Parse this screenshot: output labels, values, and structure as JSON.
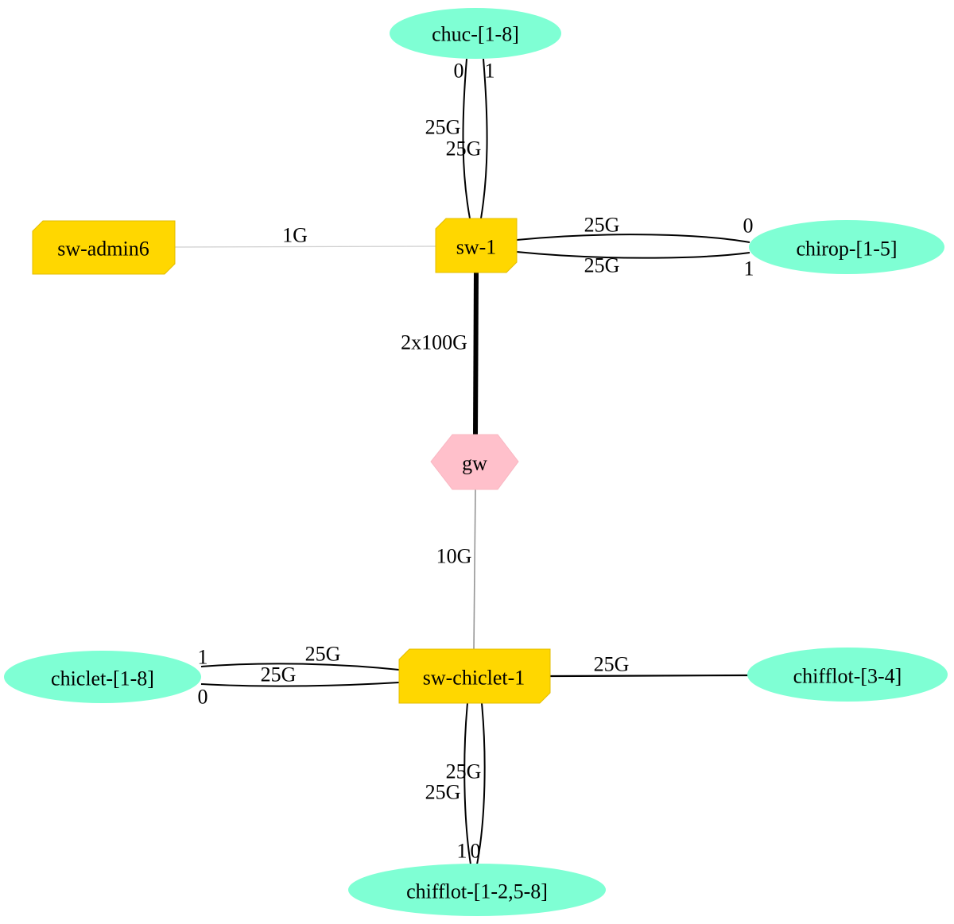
{
  "diagram": {
    "type": "network-topology-graph",
    "description": "Graphviz-style undirected network diagram of switches, hosts and gateway"
  },
  "colors": {
    "background": "#ffffff",
    "host_fill": "#7fffd4",
    "switch_fill": "#ffd700",
    "gateway_fill": "#ffc0cb",
    "edge": "#000000",
    "edge_1g": "#cfcfcf",
    "edge_10g": "#969696",
    "text": "#000000"
  },
  "nodes": {
    "chuc": {
      "label": "chuc-[1-8]",
      "type": "host",
      "shape": "ellipse"
    },
    "sw_admin6": {
      "label": "sw-admin6",
      "type": "switch",
      "shape": "box"
    },
    "sw_1": {
      "label": "sw-1",
      "type": "switch",
      "shape": "box"
    },
    "chirop": {
      "label": "chirop-[1-5]",
      "type": "host",
      "shape": "ellipse"
    },
    "gw": {
      "label": "gw",
      "type": "gateway",
      "shape": "hexagon"
    },
    "sw_chiclet_1": {
      "label": "sw-chiclet-1",
      "type": "switch",
      "shape": "box"
    },
    "chiclet": {
      "label": "chiclet-[1-8]",
      "type": "host",
      "shape": "ellipse"
    },
    "chifflot_3_4": {
      "label": "chifflot-[3-4]",
      "type": "host",
      "shape": "ellipse"
    },
    "chifflot_1_2_5_8": {
      "label": "chifflot-[1-2,5-8]",
      "type": "host",
      "shape": "ellipse"
    }
  },
  "edges": {
    "chuc_sw1_0": {
      "from": "chuc-[1-8]",
      "to": "sw-1",
      "speed": "25G",
      "port": "0"
    },
    "chuc_sw1_1": {
      "from": "chuc-[1-8]",
      "to": "sw-1",
      "speed": "25G",
      "port": "1"
    },
    "swadmin6_sw1": {
      "from": "sw-admin6",
      "to": "sw-1",
      "speed": "1G"
    },
    "sw1_chirop_0": {
      "from": "sw-1",
      "to": "chirop-[1-5]",
      "speed": "25G",
      "port": "0"
    },
    "sw1_chirop_1": {
      "from": "sw-1",
      "to": "chirop-[1-5]",
      "speed": "25G",
      "port": "1"
    },
    "sw1_gw": {
      "from": "sw-1",
      "to": "gw",
      "speed": "2x100G"
    },
    "gw_swchiclet1": {
      "from": "gw",
      "to": "sw-chiclet-1",
      "speed": "10G"
    },
    "chiclet_swchiclet1_1": {
      "from": "chiclet-[1-8]",
      "to": "sw-chiclet-1",
      "speed": "25G",
      "port": "1"
    },
    "chiclet_swchiclet1_0": {
      "from": "chiclet-[1-8]",
      "to": "sw-chiclet-1",
      "speed": "25G",
      "port": "0"
    },
    "swchiclet1_chifflot34": {
      "from": "sw-chiclet-1",
      "to": "chifflot-[3-4]",
      "speed": "25G"
    },
    "swchiclet1_chifflot1258_1": {
      "from": "sw-chiclet-1",
      "to": "chifflot-[1-2,5-8]",
      "speed": "25G",
      "port": "1"
    },
    "swchiclet1_chifflot1258_0": {
      "from": "sw-chiclet-1",
      "to": "chifflot-[1-2,5-8]",
      "speed": "25G",
      "port": "0"
    }
  }
}
